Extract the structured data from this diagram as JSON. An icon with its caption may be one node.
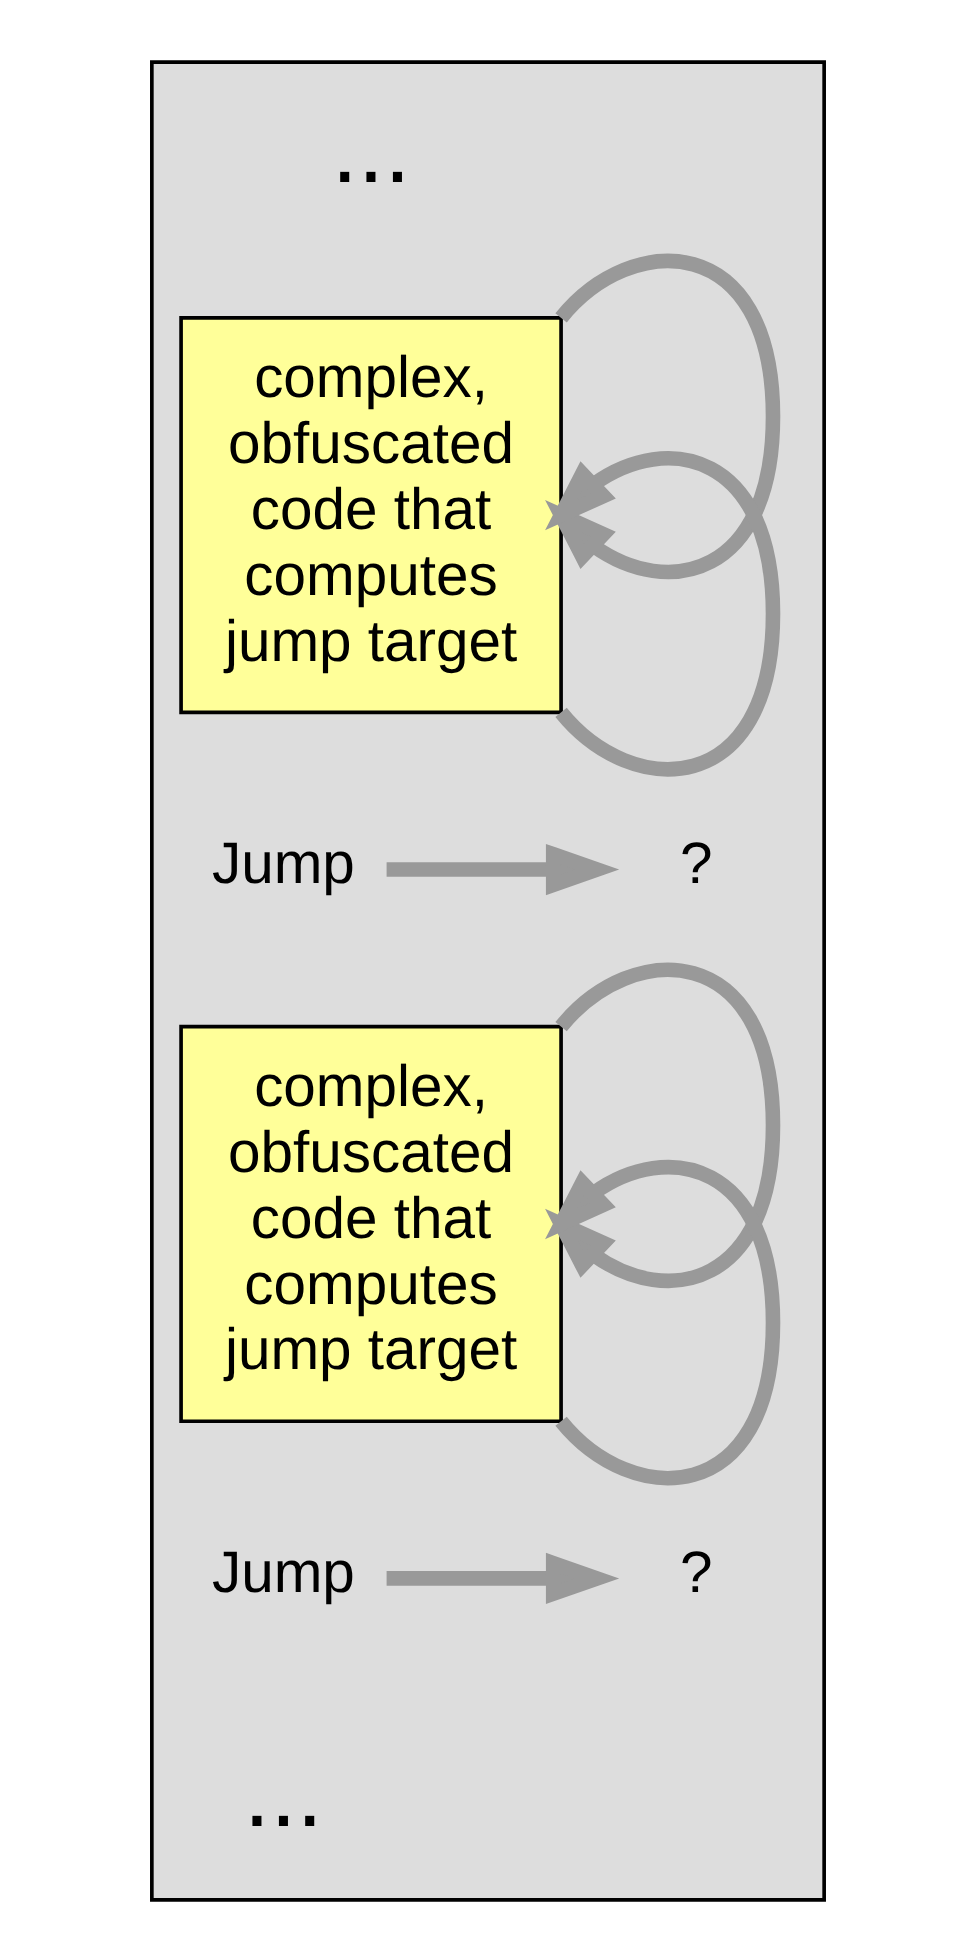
{
  "diagram": {
    "nodes": [
      {
        "text": [],
        "shape": "box"
      },
      {
        "text": [
          "complex, obfuscated code that computes jump target"
        ],
        "in": 0
      },
      {
        "text": [
          "Jump"
        ],
        "in": 0
      },
      {
        "text": [
          "?"
        ],
        "in": 0
      },
      {
        "text": [
          "complex, obfuscated code that computes jump target"
        ],
        "in": 0
      },
      {
        "text": [
          "Jump"
        ],
        "in": 0
      },
      {
        "text": [
          "?"
        ],
        "in": 0
      }
    ],
    "edges": [
      {
        "from": 1,
        "to": 1,
        "arrow": "to"
      },
      {
        "from": 1,
        "to": 1,
        "arrow": "to"
      },
      {
        "from": 2,
        "to": 3,
        "arrow": "to"
      },
      {
        "from": 4,
        "to": 4,
        "arrow": "to"
      },
      {
        "from": 4,
        "to": 4,
        "arrow": "to"
      },
      {
        "from": 5,
        "to": 6,
        "arrow": "to"
      }
    ],
    "labels": [
      "...",
      "..."
    ]
  }
}
